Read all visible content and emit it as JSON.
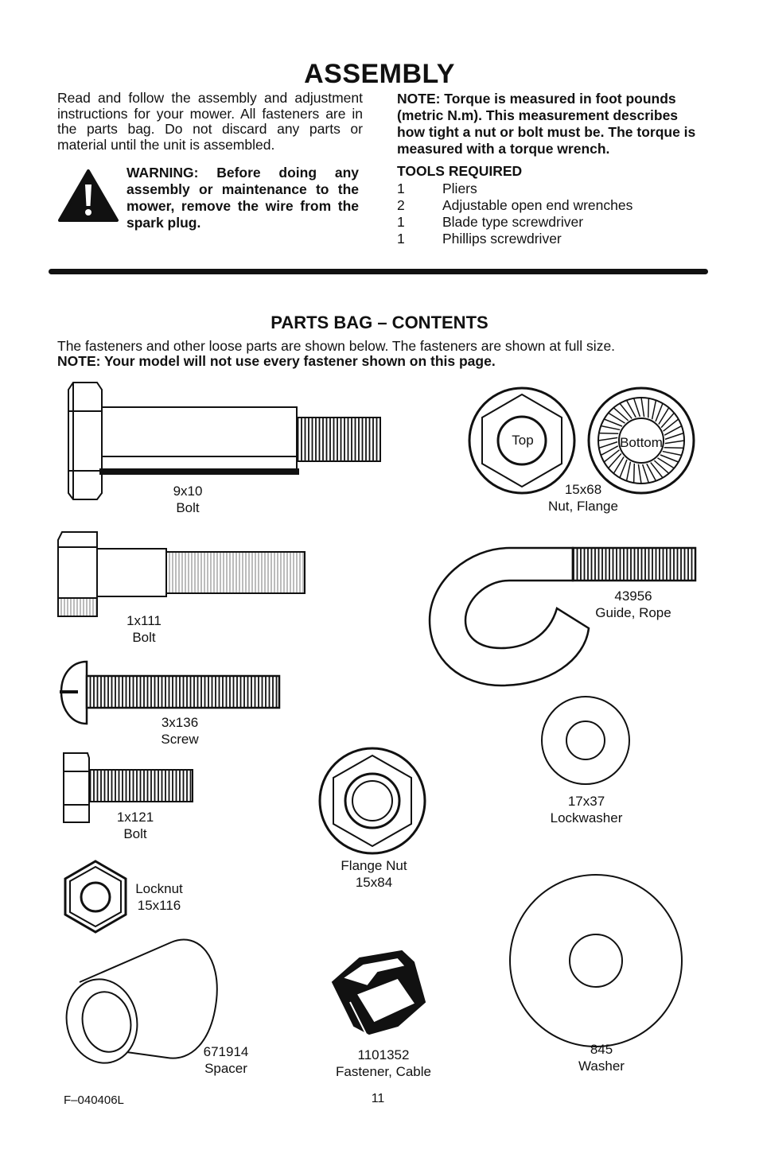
{
  "page": {
    "title": "ASSEMBLY",
    "intro": "Read and follow the assembly and adjustment instructions for your mower. All fasteners are in the parts bag. Do not discard any parts or material until the unit is assembled.",
    "warning": "WARNING: Before doing any assembly or maintenance to the mower, remove the wire from the spark plug.",
    "note_torque": "NOTE: Torque is measured in foot pounds (metric N.m). This measurement describes how tight a nut or bolt must be. The torque is measured with a torque wrench.",
    "tools": {
      "heading": "TOOLS REQUIRED",
      "items": [
        {
          "qty": "1",
          "name": "Pliers"
        },
        {
          "qty": "2",
          "name": "Adjustable open end wrenches"
        },
        {
          "qty": "1",
          "name": "Blade type screwdriver"
        },
        {
          "qty": "1",
          "name": "Phillips screwdriver"
        }
      ]
    },
    "parts_heading": "PARTS BAG – CONTENTS",
    "parts_intro": "The fasteners and other loose parts are shown below. The fasteners are shown at full size.",
    "parts_note": "NOTE: Your model will not use every fastener shown on this page.",
    "footer_code": "F–040406L",
    "page_number": "11"
  },
  "parts": {
    "bolt_9x10": {
      "num": "9x10",
      "name": "Bolt"
    },
    "nut_flange_15x68": {
      "num": "15x68",
      "name": "Nut, Flange",
      "top": "Top",
      "bottom": "Bottom"
    },
    "bolt_1x111": {
      "num": "1x111",
      "name": "Bolt"
    },
    "guide_rope": {
      "num": "43956",
      "name": "Guide, Rope"
    },
    "screw_3x136": {
      "num": "3x136",
      "name": "Screw"
    },
    "lockwasher": {
      "num": "17x37",
      "name": "Lockwasher"
    },
    "bolt_1x121": {
      "num": "1x121",
      "name": "Bolt"
    },
    "flange_nut_15x84": {
      "name": "Flange Nut",
      "num": "15x84"
    },
    "locknut": {
      "name": "Locknut",
      "num": "15x116"
    },
    "spacer": {
      "num": "671914",
      "name": "Spacer"
    },
    "cable_fastener": {
      "num": "1101352",
      "name": "Fastener, Cable"
    },
    "washer": {
      "num": "845",
      "name": "Washer"
    }
  }
}
